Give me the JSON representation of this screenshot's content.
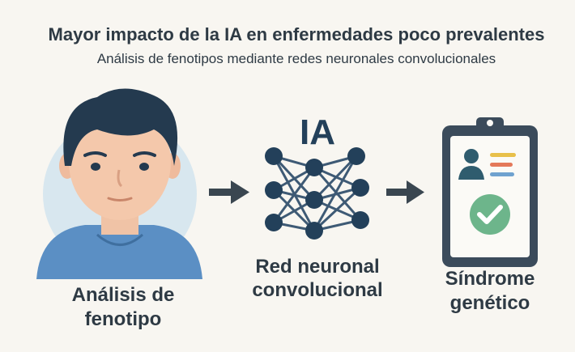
{
  "header": {
    "title": "Mayor impacto de la IA en enfermedades poco prevalentes",
    "subtitle": "Análisis de fenotipos mediante redes neuronales convolucionales"
  },
  "steps": [
    {
      "line1": "Análisis de",
      "line2": "fenotipo",
      "icon": "person-portrait-icon"
    },
    {
      "badge": "IA",
      "line1": "Red neuronal",
      "line2": "convolucional",
      "icon": "neural-network-icon"
    },
    {
      "line1": "Síndrome",
      "line2": "genético",
      "icon": "clipboard-check-icon"
    }
  ],
  "colors": {
    "background": "#f8f6f1",
    "text": "#2e3a44",
    "navy": "#23405a",
    "shirt": "#5b8fc4",
    "check": "#6db58b"
  }
}
